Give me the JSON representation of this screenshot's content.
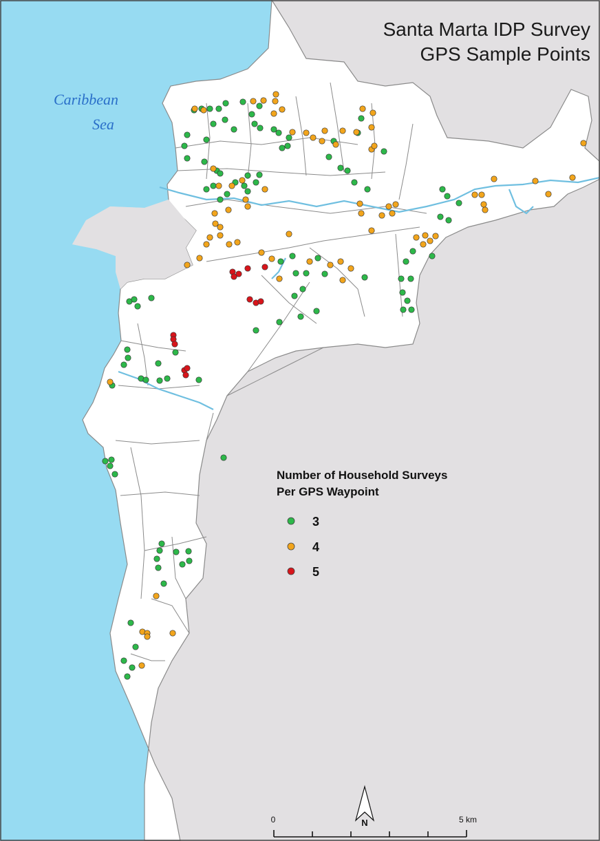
{
  "title": {
    "line1": "Santa Marta IDP Survey",
    "line2": "GPS Sample Points"
  },
  "sea_label": {
    "line1": "Caribbean",
    "line2": "Sea"
  },
  "legend": {
    "title_line1": "Number of Household Surveys",
    "title_line2": "Per GPS Waypoint",
    "items": [
      {
        "label": "3",
        "color": "#2db84a"
      },
      {
        "label": "4",
        "color": "#f2a51c"
      },
      {
        "label": "5",
        "color": "#d8151b"
      }
    ]
  },
  "north_arrow": {
    "label": "N"
  },
  "scale_bar": {
    "start_label": "0",
    "end_label": "5 km"
  },
  "colors": {
    "sea": "#97dbf2",
    "land_outside": "#e2e0e2",
    "city": "#ffffff",
    "boundary": "#8a8a8a",
    "river": "#6fbfe0"
  },
  "points": {
    "green": [
      [
        293,
        158
      ],
      [
        282,
        160
      ],
      [
        305,
        158
      ],
      [
        318,
        158
      ],
      [
        328,
        150
      ],
      [
        353,
        148
      ],
      [
        377,
        154
      ],
      [
        272,
        196
      ],
      [
        268,
        212
      ],
      [
        300,
        203
      ],
      [
        310,
        180
      ],
      [
        327,
        174
      ],
      [
        340,
        188
      ],
      [
        366,
        166
      ],
      [
        370,
        180
      ],
      [
        378,
        186
      ],
      [
        398,
        188
      ],
      [
        405,
        193
      ],
      [
        272,
        230
      ],
      [
        297,
        235
      ],
      [
        315,
        248
      ],
      [
        320,
        252
      ],
      [
        360,
        255
      ],
      [
        377,
        254
      ],
      [
        355,
        270
      ],
      [
        372,
        265
      ],
      [
        300,
        275
      ],
      [
        310,
        270
      ],
      [
        320,
        290
      ],
      [
        330,
        282
      ],
      [
        342,
        265
      ],
      [
        360,
        278
      ],
      [
        410,
        215
      ],
      [
        418,
        212
      ],
      [
        420,
        200
      ],
      [
        485,
        205
      ],
      [
        478,
        228
      ],
      [
        495,
        244
      ],
      [
        505,
        248
      ],
      [
        515,
        265
      ],
      [
        534,
        275
      ],
      [
        558,
        220
      ],
      [
        520,
        193
      ],
      [
        525,
        172
      ],
      [
        643,
        275
      ],
      [
        650,
        285
      ],
      [
        667,
        295
      ],
      [
        640,
        315
      ],
      [
        652,
        320
      ],
      [
        600,
        365
      ],
      [
        590,
        380
      ],
      [
        583,
        405
      ],
      [
        597,
        405
      ],
      [
        585,
        425
      ],
      [
        592,
        437
      ],
      [
        586,
        450
      ],
      [
        598,
        450
      ],
      [
        628,
        372
      ],
      [
        408,
        380
      ],
      [
        425,
        372
      ],
      [
        430,
        397
      ],
      [
        445,
        397
      ],
      [
        472,
        398
      ],
      [
        462,
        375
      ],
      [
        428,
        430
      ],
      [
        440,
        420
      ],
      [
        530,
        403
      ],
      [
        460,
        452
      ],
      [
        437,
        460
      ],
      [
        406,
        468
      ],
      [
        372,
        480
      ],
      [
        188,
        438
      ],
      [
        195,
        435
      ],
      [
        200,
        445
      ],
      [
        220,
        433
      ],
      [
        185,
        508
      ],
      [
        186,
        520
      ],
      [
        180,
        530
      ],
      [
        230,
        528
      ],
      [
        255,
        512
      ],
      [
        205,
        550
      ],
      [
        212,
        552
      ],
      [
        232,
        553
      ],
      [
        243,
        550
      ],
      [
        289,
        552
      ],
      [
        163,
        560
      ],
      [
        153,
        670
      ],
      [
        162,
        668
      ],
      [
        160,
        677
      ],
      [
        167,
        689
      ],
      [
        325,
        665
      ],
      [
        235,
        790
      ],
      [
        232,
        800
      ],
      [
        228,
        812
      ],
      [
        230,
        825
      ],
      [
        238,
        848
      ],
      [
        256,
        802
      ],
      [
        274,
        801
      ],
      [
        275,
        815
      ],
      [
        265,
        820
      ],
      [
        190,
        905
      ],
      [
        197,
        940
      ],
      [
        180,
        960
      ],
      [
        192,
        970
      ],
      [
        185,
        983
      ]
    ],
    "orange": [
      [
        283,
        158
      ],
      [
        296,
        160
      ],
      [
        368,
        147
      ],
      [
        383,
        146
      ],
      [
        401,
        137
      ],
      [
        410,
        159
      ],
      [
        400,
        147
      ],
      [
        398,
        165
      ],
      [
        425,
        192
      ],
      [
        445,
        193
      ],
      [
        455,
        200
      ],
      [
        468,
        205
      ],
      [
        472,
        190
      ],
      [
        488,
        210
      ],
      [
        498,
        190
      ],
      [
        518,
        192
      ],
      [
        527,
        158
      ],
      [
        542,
        164
      ],
      [
        540,
        185
      ],
      [
        540,
        217
      ],
      [
        544,
        212
      ],
      [
        310,
        245
      ],
      [
        318,
        270
      ],
      [
        337,
        270
      ],
      [
        352,
        262
      ],
      [
        357,
        290
      ],
      [
        360,
        300
      ],
      [
        385,
        275
      ],
      [
        332,
        305
      ],
      [
        312,
        310
      ],
      [
        313,
        325
      ],
      [
        320,
        330
      ],
      [
        305,
        345
      ],
      [
        320,
        342
      ],
      [
        333,
        355
      ],
      [
        345,
        352
      ],
      [
        300,
        355
      ],
      [
        290,
        375
      ],
      [
        272,
        385
      ],
      [
        380,
        367
      ],
      [
        395,
        376
      ],
      [
        420,
        340
      ],
      [
        406,
        405
      ],
      [
        450,
        380
      ],
      [
        495,
        380
      ],
      [
        510,
        390
      ],
      [
        498,
        407
      ],
      [
        480,
        385
      ],
      [
        523,
        296
      ],
      [
        525,
        310
      ],
      [
        540,
        335
      ],
      [
        555,
        313
      ],
      [
        565,
        300
      ],
      [
        575,
        297
      ],
      [
        570,
        310
      ],
      [
        605,
        345
      ],
      [
        615,
        355
      ],
      [
        625,
        350
      ],
      [
        633,
        343
      ],
      [
        618,
        342
      ],
      [
        690,
        283
      ],
      [
        700,
        283
      ],
      [
        703,
        297
      ],
      [
        705,
        305
      ],
      [
        718,
        260
      ],
      [
        778,
        263
      ],
      [
        832,
        258
      ],
      [
        797,
        282
      ],
      [
        848,
        208
      ],
      [
        160,
        555
      ],
      [
        227,
        866
      ],
      [
        207,
        918
      ],
      [
        214,
        920
      ],
      [
        214,
        925
      ],
      [
        251,
        920
      ],
      [
        206,
        967
      ]
    ],
    "red": [
      [
        338,
        395
      ],
      [
        340,
        402
      ],
      [
        347,
        398
      ],
      [
        360,
        390
      ],
      [
        385,
        388
      ],
      [
        363,
        435
      ],
      [
        372,
        440
      ],
      [
        379,
        438
      ],
      [
        252,
        487
      ],
      [
        252,
        493
      ],
      [
        254,
        500
      ],
      [
        268,
        538
      ],
      [
        270,
        545
      ],
      [
        272,
        535
      ]
    ]
  }
}
